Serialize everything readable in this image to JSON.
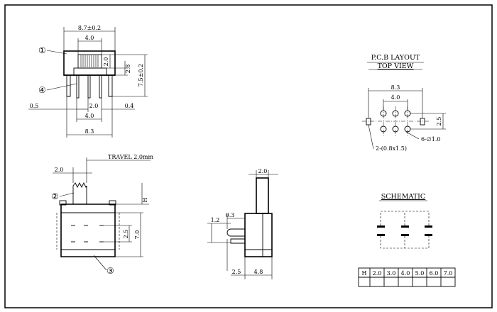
{
  "front_view": {
    "width_overall": "8.7±0.2",
    "actuator_width": "4.0",
    "actuator_height": "2.0",
    "body_height": "2.8",
    "total_height": "7.5±0.2",
    "pin_width": "0.5",
    "pin_pitch": "2.0",
    "pin_thickness": "0.4",
    "outer_pin_span": "4.0",
    "tab_span": "8.3",
    "callout_1": "①",
    "callout_4": "④"
  },
  "side_view": {
    "travel_label": "TRAVEL 2.0mm",
    "actuator_offset": "2.0",
    "h_label": "H",
    "contact_pitch": "2.5",
    "body_height": "7.0",
    "callout_2": "②",
    "callout_3": "③"
  },
  "end_view": {
    "actuator_width": "2.0",
    "pin_offset": "0.3",
    "pin_length": "1.2",
    "pin_depth": "2.5",
    "body_depth": "4.8"
  },
  "pcb_layout": {
    "title": "P.C.B LAYOUT",
    "subtitle": "TOP VIEW",
    "tab_span": "8.3",
    "pin_span": "4.0",
    "row_pitch": "2.5",
    "slot_label": "2-(0.8x1.5)",
    "hole_label": "6-∅1.0"
  },
  "schematic": {
    "title": "SCHEMATIC"
  },
  "height_table": {
    "header": "H",
    "values": [
      "2.0",
      "3.0",
      "4.0",
      "5.0",
      "6.0",
      "7.0"
    ]
  }
}
